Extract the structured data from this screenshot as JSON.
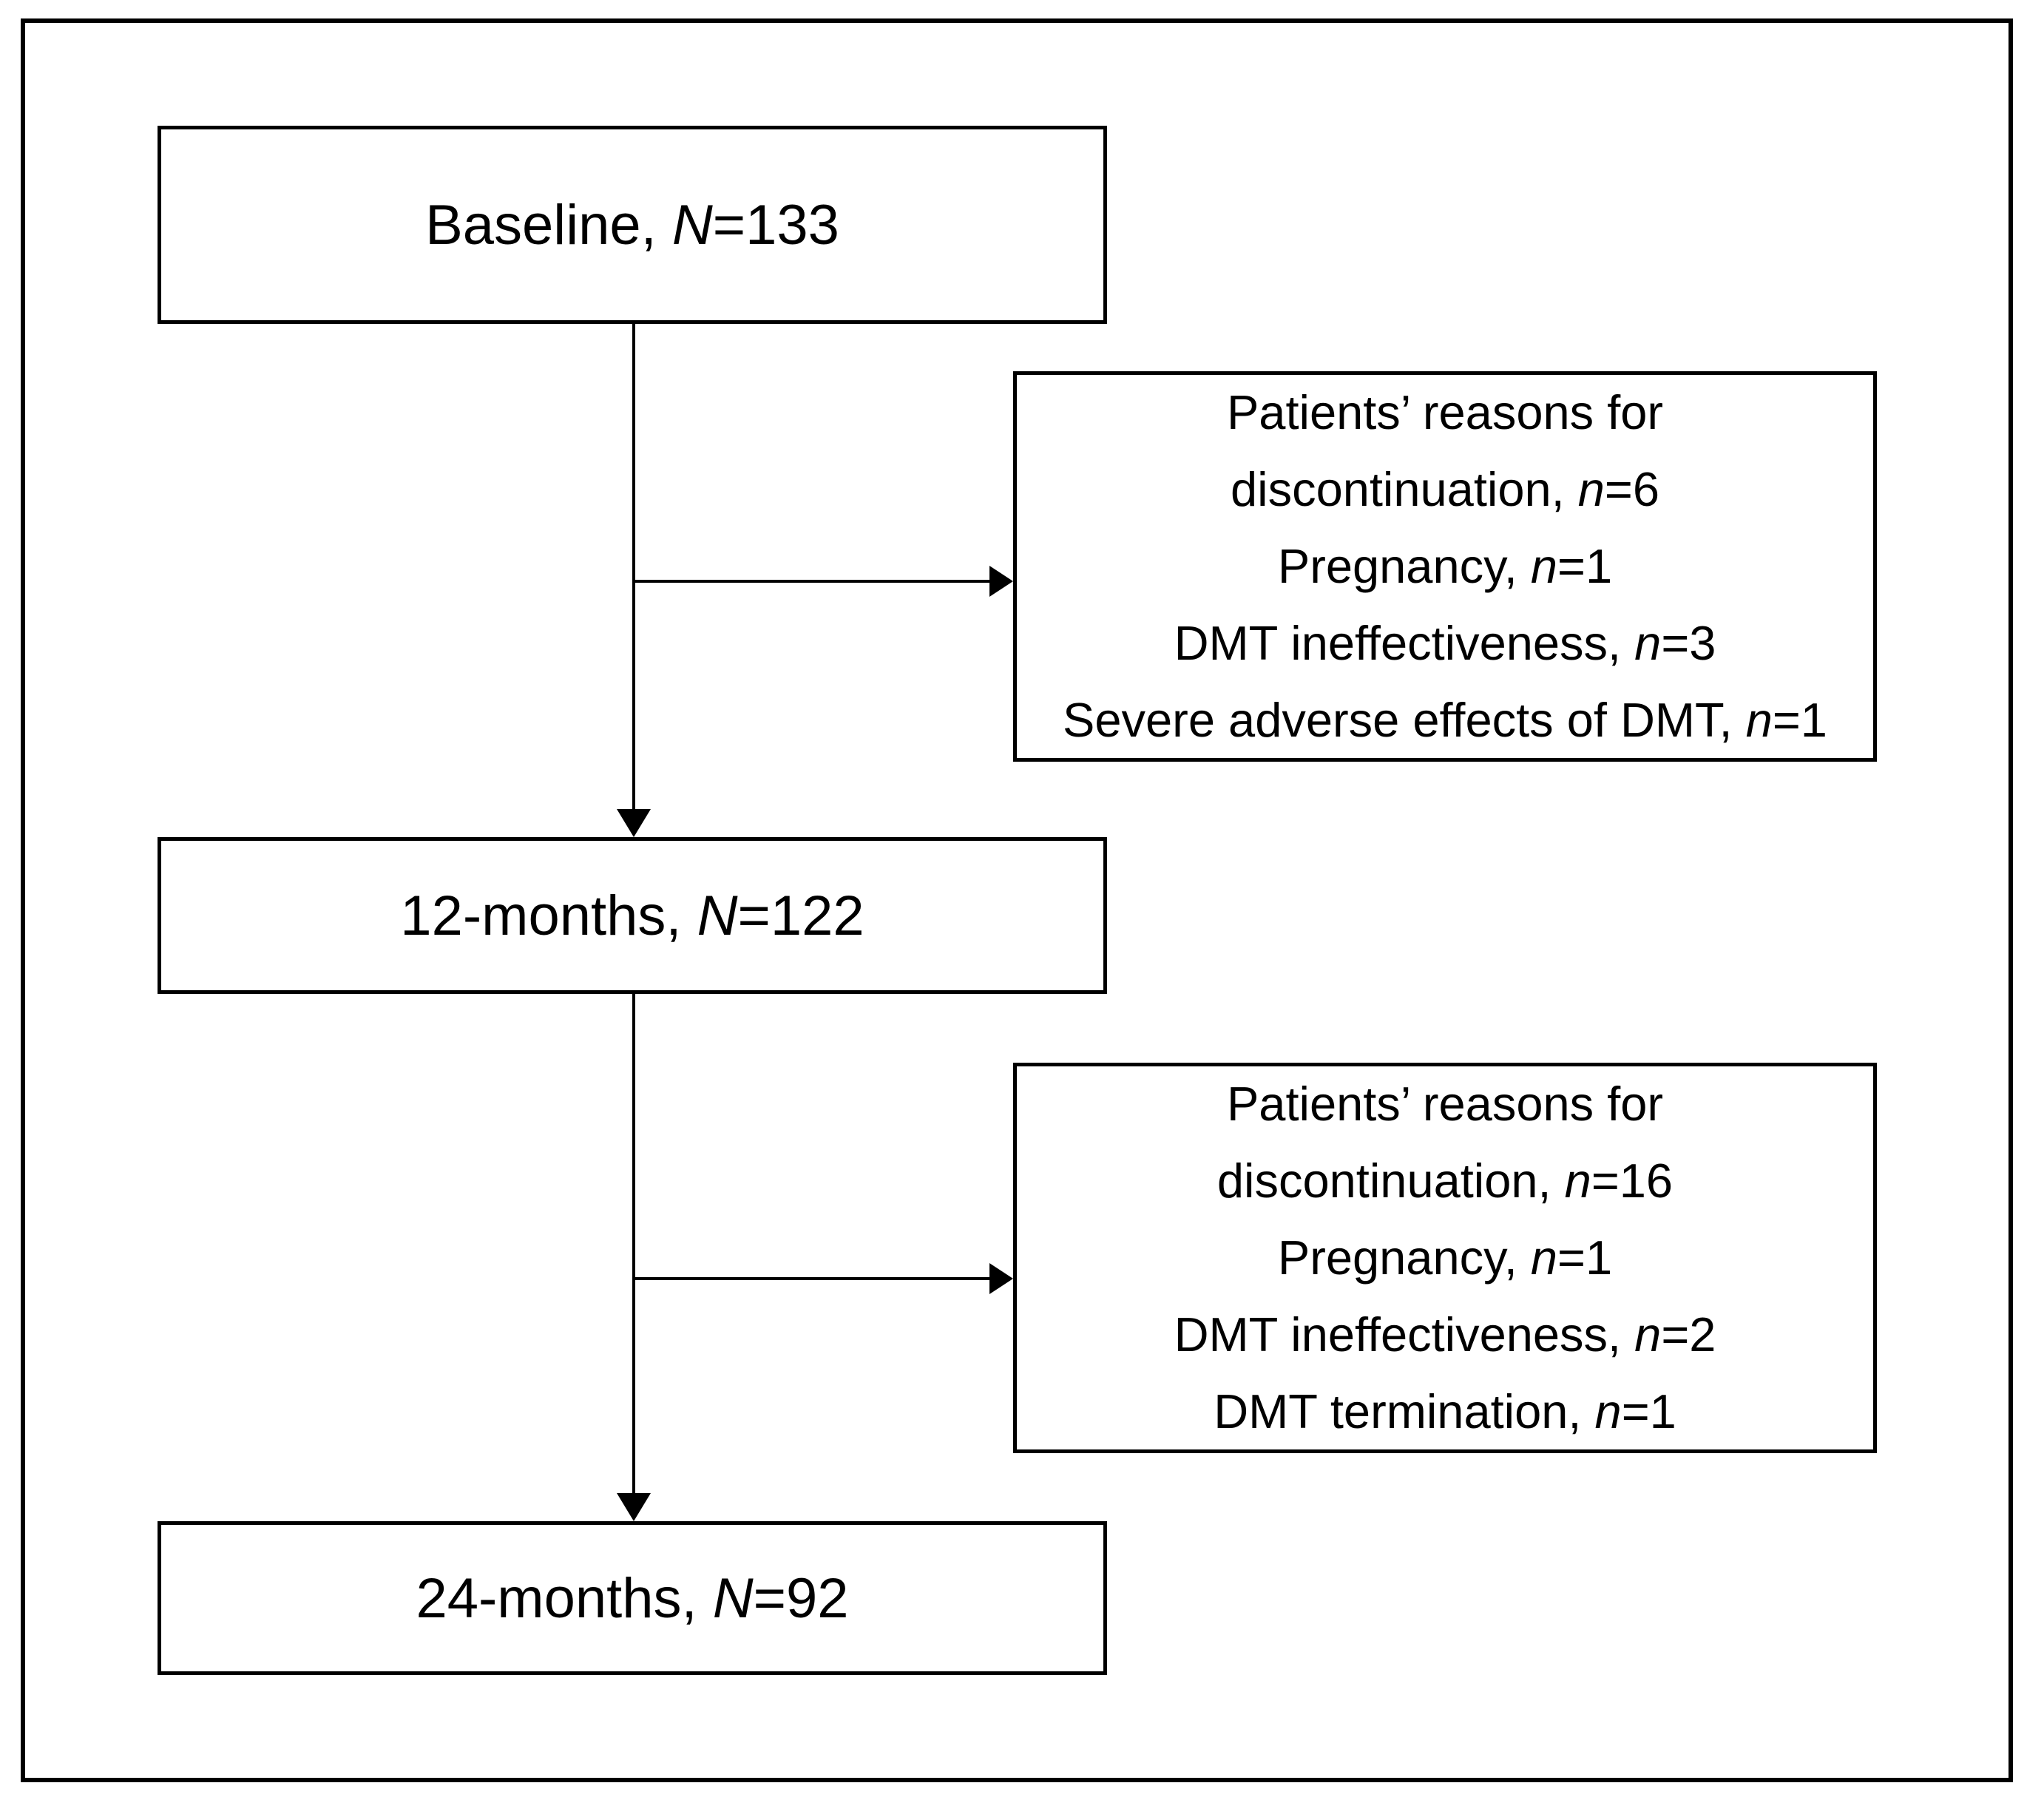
{
  "figure": {
    "background_color": "#ffffff",
    "line_color": "#000000",
    "stages": [
      {
        "prefix": "Baseline, ",
        "var": "N",
        "value": "=133"
      },
      {
        "prefix": "12-months, ",
        "var": "N",
        "value": "=122"
      },
      {
        "prefix": "24-months, ",
        "var": "N",
        "value": "=92"
      }
    ],
    "dropouts": [
      {
        "lines": [
          {
            "prefix": "Patients’ reasons for",
            "var": "",
            "value": ""
          },
          {
            "prefix": "discontinuation, ",
            "var": "n",
            "value": "=6"
          },
          {
            "prefix": "Pregnancy, ",
            "var": "n",
            "value": "=1"
          },
          {
            "prefix": "DMT ineffectiveness, ",
            "var": "n",
            "value": "=3"
          },
          {
            "prefix": "Severe adverse effects of DMT, ",
            "var": "n",
            "value": "=1"
          }
        ]
      },
      {
        "lines": [
          {
            "prefix": "Patients’ reasons for",
            "var": "",
            "value": ""
          },
          {
            "prefix": "discontinuation, ",
            "var": "n",
            "value": "=16"
          },
          {
            "prefix": "Pregnancy, ",
            "var": "n",
            "value": "=1"
          },
          {
            "prefix": "DMT ineffectiveness, ",
            "var": "n",
            "value": "=2"
          },
          {
            "prefix": "DMT termination, ",
            "var": "n",
            "value": "=1"
          }
        ]
      }
    ]
  }
}
